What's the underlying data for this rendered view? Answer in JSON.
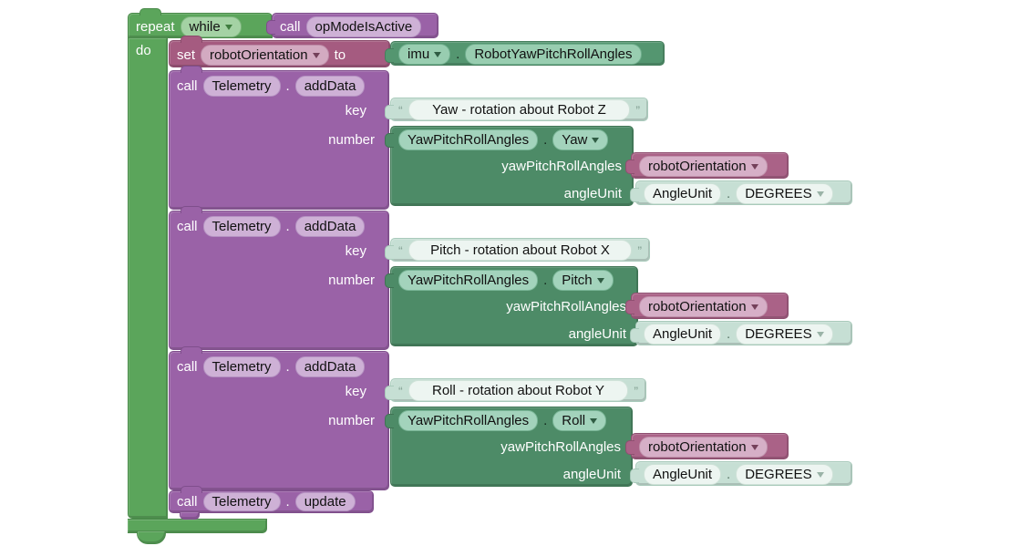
{
  "colors": {
    "loop_green": "#5ba55b",
    "procedure_purple": "#9a62a7",
    "variable_magenta": "#a55b80",
    "device_green": "#549670",
    "function_green": "#4d8b67",
    "enum_mint": "#c6dfd4",
    "canvas_bg": "#ffffff"
  },
  "repeat": {
    "label": "repeat",
    "mode": "while",
    "do": "do"
  },
  "condition": {
    "call": "call",
    "method": "opModeIsActive"
  },
  "set": {
    "label": "set",
    "variable": "robotOrientation",
    "to": "to"
  },
  "imu": {
    "device": "imu",
    "dot": ".",
    "property": "RobotYawPitchRollAngles"
  },
  "telemetry": [
    {
      "call": "call",
      "component": "Telemetry",
      "dot": ".",
      "method": "addData",
      "key_label": "key",
      "open_quote": "“",
      "key": "Yaw - rotation about Robot Z",
      "close_quote": "”",
      "number_label": "number",
      "fn": "YawPitchRollAngles",
      "fn_dot": ".",
      "member": "Yaw",
      "p1_label": "yawPitchRollAngles",
      "p1_value": "robotOrientation",
      "p2_label": "angleUnit",
      "p2_class": "AngleUnit",
      "p2_dot": ".",
      "p2_value": "DEGREES"
    },
    {
      "call": "call",
      "component": "Telemetry",
      "dot": ".",
      "method": "addData",
      "key_label": "key",
      "open_quote": "“",
      "key": "Pitch - rotation about Robot X",
      "close_quote": "”",
      "number_label": "number",
      "fn": "YawPitchRollAngles",
      "fn_dot": ".",
      "member": "Pitch",
      "p1_label": "yawPitchRollAngles",
      "p1_value": "robotOrientation",
      "p2_label": "angleUnit",
      "p2_class": "AngleUnit",
      "p2_dot": ".",
      "p2_value": "DEGREES"
    },
    {
      "call": "call",
      "component": "Telemetry",
      "dot": ".",
      "method": "addData",
      "key_label": "key",
      "open_quote": "“",
      "key": "Roll - rotation about Robot Y",
      "close_quote": "”",
      "number_label": "number",
      "fn": "YawPitchRollAngles",
      "fn_dot": ".",
      "member": "Roll",
      "p1_label": "yawPitchRollAngles",
      "p1_value": "robotOrientation",
      "p2_label": "angleUnit",
      "p2_class": "AngleUnit",
      "p2_dot": ".",
      "p2_value": "DEGREES"
    }
  ],
  "update": {
    "call": "call",
    "component": "Telemetry",
    "dot": ".",
    "method": "update"
  }
}
